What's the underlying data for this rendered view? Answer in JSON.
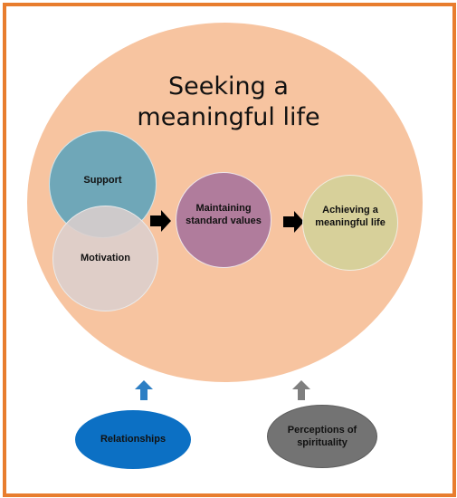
{
  "title_line1": "Seeking a",
  "title_line2": "meaningful life",
  "nodes": {
    "support": "Support",
    "motivation": "Motivation",
    "maintaining": "Maintaining standard values",
    "achieving": "Achieving a meaningful life",
    "relationships": "Relationships",
    "perceptions": "Perceptions of spirituality"
  },
  "colors": {
    "frame": "#e87d2e",
    "big_circle": "#f7c4a0",
    "support": "#6fa7b8",
    "motivation": "#dccfcd",
    "maintaining": "#b07c9c",
    "achieving": "#d7d09a",
    "relationships": "#0c70c4",
    "perceptions": "#737373",
    "blue_arrow": "#2d7fc4",
    "gray_arrow": "#7f7f7f"
  }
}
